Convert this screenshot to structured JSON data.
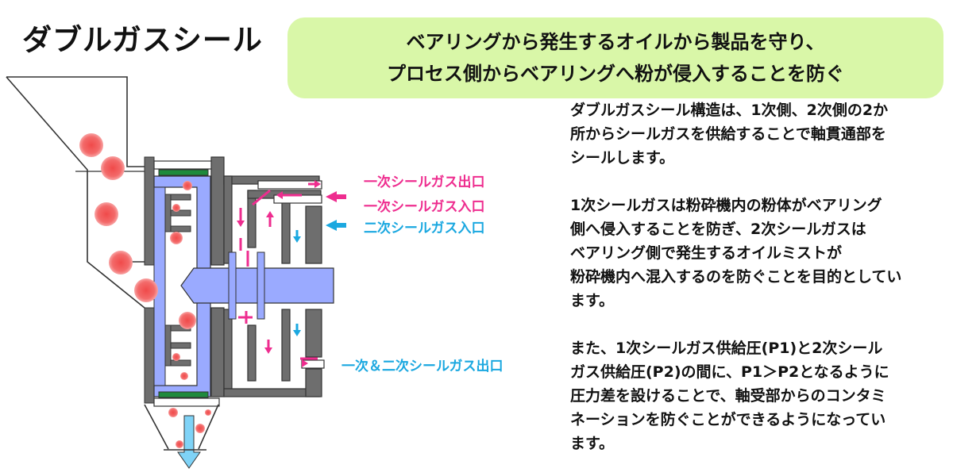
{
  "title": "ダブルガスシール",
  "banner": {
    "line1": "ベアリングから発生するオイルから製品を守り、",
    "line2": "プロセス側からベアリングへ粉が侵入することを防ぐ"
  },
  "description": {
    "p1": [
      "ダブルガスシール構造は、1次側、2次側の2か",
      "所からシールガスを供給することで軸貫通部を",
      "シールします。"
    ],
    "p2": [
      "1次シールガスは粉砕機内の粉体がベアリング",
      "側へ侵入することを防ぎ、2次シールガスは",
      "ベアリング側で発生するオイルミストが",
      "粉砕機内へ混入するのを防ぐことを目的としてい",
      "ます。"
    ],
    "p3": [
      "また、1次シールガス供給圧(P1)と2次シール",
      "ガス供給圧(P2)の間に、P1＞P2となるように",
      "圧力差を設けることで、軸受部からのコンタミ",
      "ネーションを防ぐことができるようになってい",
      "ます。"
    ]
  },
  "labels": {
    "primary_outlet": "一次シールガス出口",
    "primary_inlet": "一次シールガス入口",
    "secondary_inlet": "二次シールガス入口",
    "combined_outlet": "一次＆二次シールガス出口"
  },
  "colors": {
    "primary_gas": "#ee2d8f",
    "secondary_gas": "#1ba8e0",
    "banner_bg": "#d9f7a8",
    "shaft": "#9aaaff",
    "housing": "#6e6e6e",
    "seal_green": "#1e8a3c",
    "particle": "#f04a4a",
    "discharge_arrow": "#7fd3f7"
  }
}
